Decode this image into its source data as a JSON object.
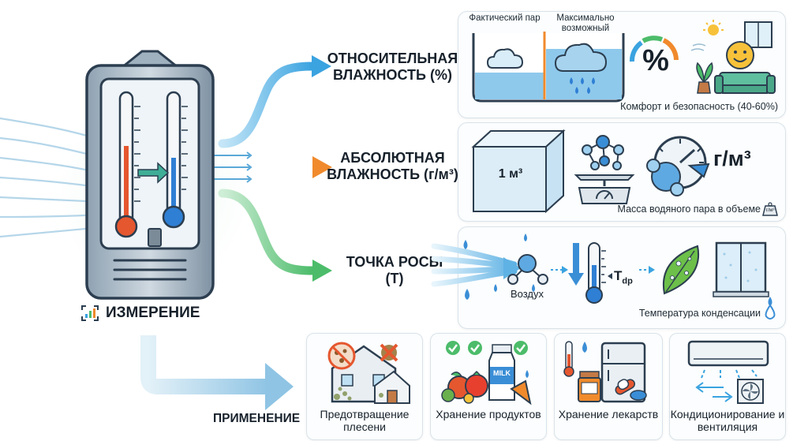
{
  "left": {
    "measurement_label": "ИЗМЕРЕНИЕ",
    "application_label": "ПРИМЕНЕНИЕ"
  },
  "rows": {
    "relative": {
      "title": "ОТНОСИТЕЛЬНАЯ ВЛАЖНОСТЬ (%)",
      "actual_vapor": "Фактический пар",
      "max_possible": "Максимально возможный",
      "percent_symbol": "%",
      "caption": "Комфорт и безопасность (40-60%)"
    },
    "absolute": {
      "title": "АБСОЛЮТНАЯ ВЛАЖНОСТЬ (г/м³)",
      "cube_label": "1 м³",
      "unit": "г/м³",
      "scale_badge": "г/м³",
      "caption": "Масса водяного пара в объеме"
    },
    "dew": {
      "title": "ТОЧКА РОСЫ (Т)",
      "air_label": "Воздух",
      "tdp_label": "T",
      "tdp_sub": "dp",
      "caption": "Температура конденсации"
    }
  },
  "applications": [
    {
      "label": "Предотвращение плесени"
    },
    {
      "label": "Хранение продуктов"
    },
    {
      "label": "Хранение лекарств"
    },
    {
      "label": "Кондиционирование и вентиляция"
    }
  ],
  "milk_label": "MILK",
  "colors": {
    "blue_arrow": "#3aa3e0",
    "orange_arrow": "#f08a2c",
    "green_arrow": "#4cbc6a",
    "water": "#8ec9ec",
    "thermo_red": "#e5572f",
    "thermo_blue": "#2f7fd4"
  }
}
